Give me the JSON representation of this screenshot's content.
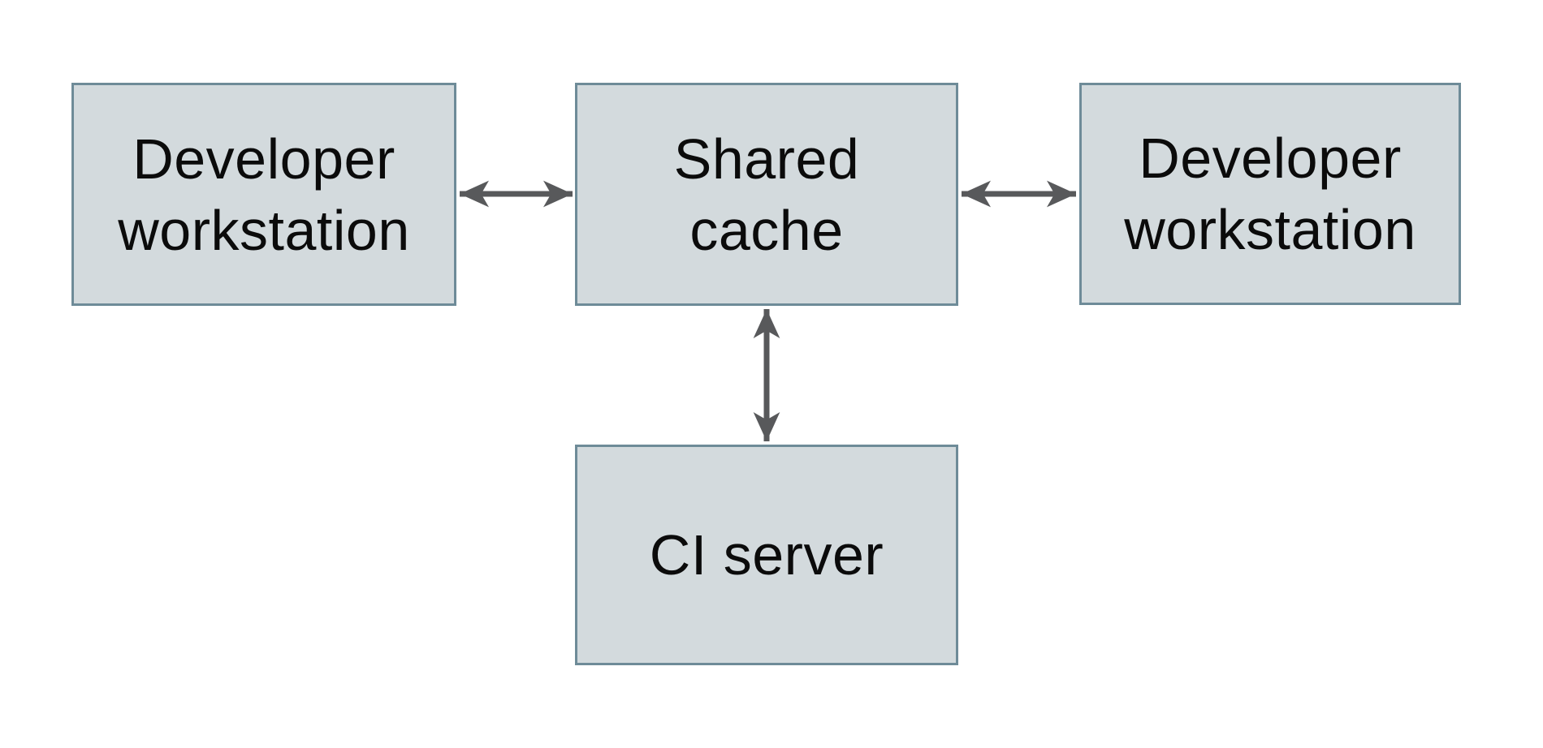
{
  "diagram": {
    "background_color": "#ffffff",
    "node_fill_color": "#d3dadd",
    "node_border_color": "#6e8b98",
    "arrow_color": "#58595b",
    "text_color": "#0b0b0b",
    "nodes": [
      {
        "id": "developer-workstation-left",
        "label": "Developer\nworkstation"
      },
      {
        "id": "shared-cache",
        "label": "Shared\ncache"
      },
      {
        "id": "developer-workstation-right",
        "label": "Developer\nworkstation"
      },
      {
        "id": "ci-server",
        "label": "CI server"
      }
    ],
    "edges": [
      {
        "from": "developer-workstation-left",
        "to": "shared-cache",
        "bidirectional": true
      },
      {
        "from": "shared-cache",
        "to": "developer-workstation-right",
        "bidirectional": true
      },
      {
        "from": "shared-cache",
        "to": "ci-server",
        "bidirectional": true
      }
    ]
  }
}
